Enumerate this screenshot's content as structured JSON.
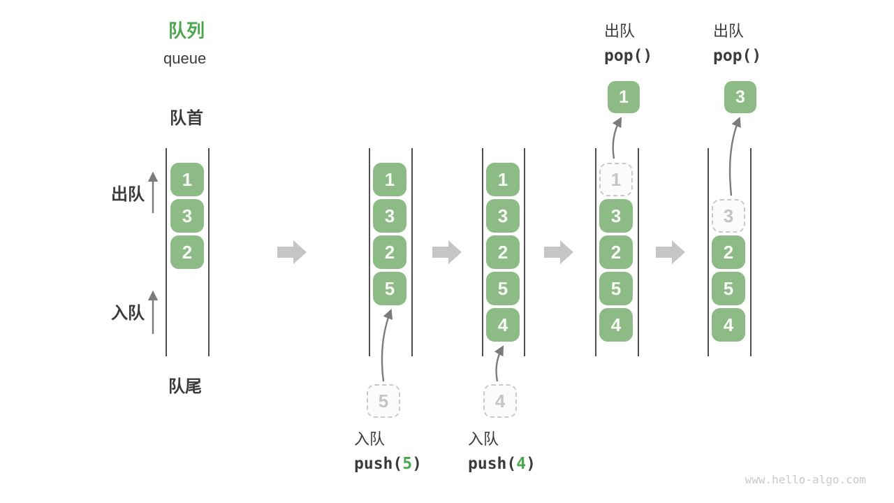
{
  "header": {
    "title_zh": "队列",
    "title_en": "queue"
  },
  "side_labels": {
    "front": "队首",
    "dequeue": "出队",
    "enqueue": "入队",
    "rear": "队尾"
  },
  "stages": [
    {
      "name": "initial",
      "items": [
        "1",
        "3",
        "2"
      ]
    },
    {
      "name": "push-5",
      "items": [
        "1",
        "3",
        "2",
        "5"
      ],
      "incoming_value": "5",
      "op": {
        "label": "入队",
        "code_before": "push(",
        "arg": "5",
        "code_after": ")"
      }
    },
    {
      "name": "push-4",
      "items": [
        "1",
        "3",
        "2",
        "5",
        "4"
      ],
      "incoming_value": "4",
      "op": {
        "label": "入队",
        "code_before": "push(",
        "arg": "4",
        "code_after": ")"
      }
    },
    {
      "name": "pop-1",
      "removed_value": "1",
      "items": [
        "3",
        "2",
        "5",
        "4"
      ],
      "popped_value": "1",
      "op": {
        "label": "出队",
        "code": "pop()"
      }
    },
    {
      "name": "pop-3",
      "removed_value": "3",
      "items": [
        "2",
        "5",
        "4"
      ],
      "popped_value": "3",
      "op": {
        "label": "出队",
        "code": "pop()"
      }
    }
  ],
  "colors": {
    "accent_green": "#4CA64F",
    "box_green": "#8DBB86",
    "box_text": "#FAFAF7",
    "text_dark": "#3B3B3B",
    "thin_arrow": "#7B7B7B",
    "block_arrow": "#C5C5C5",
    "dashed_border": "#C9C9C9",
    "line": "#4F4F4F",
    "watermark_text": "#C9C9C9"
  },
  "watermark": "www.hello-algo.com"
}
